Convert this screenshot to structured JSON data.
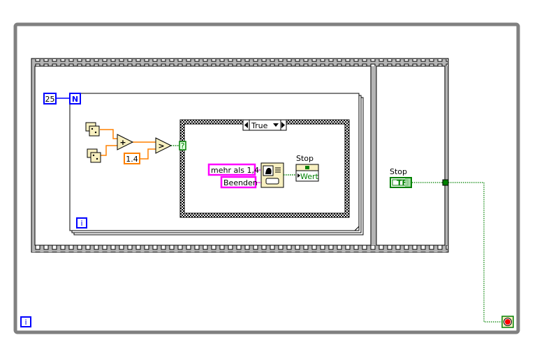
{
  "diagram": {
    "for_loop": {
      "count_constant": "25",
      "count_terminal": "N",
      "iteration_terminal": "i"
    },
    "while_loop": {
      "iteration_terminal": "i"
    },
    "constant_threshold": "1.4",
    "add_symbol": "+",
    "compare_symbol": ">",
    "case_terminal": "?",
    "case_selector": "True",
    "dialog_message": "mehr als 1,4",
    "dialog_button": "Beenden",
    "inner_stop_label": "Stop",
    "inner_stop_property": "Wert",
    "outer_stop_label": "Stop",
    "outer_stop_terminal": "TF",
    "colors": {
      "numeric": "#0000ff",
      "double": "#ff8000",
      "string": "#ff00ff",
      "boolean": "#008000",
      "structure": "#808080"
    }
  }
}
